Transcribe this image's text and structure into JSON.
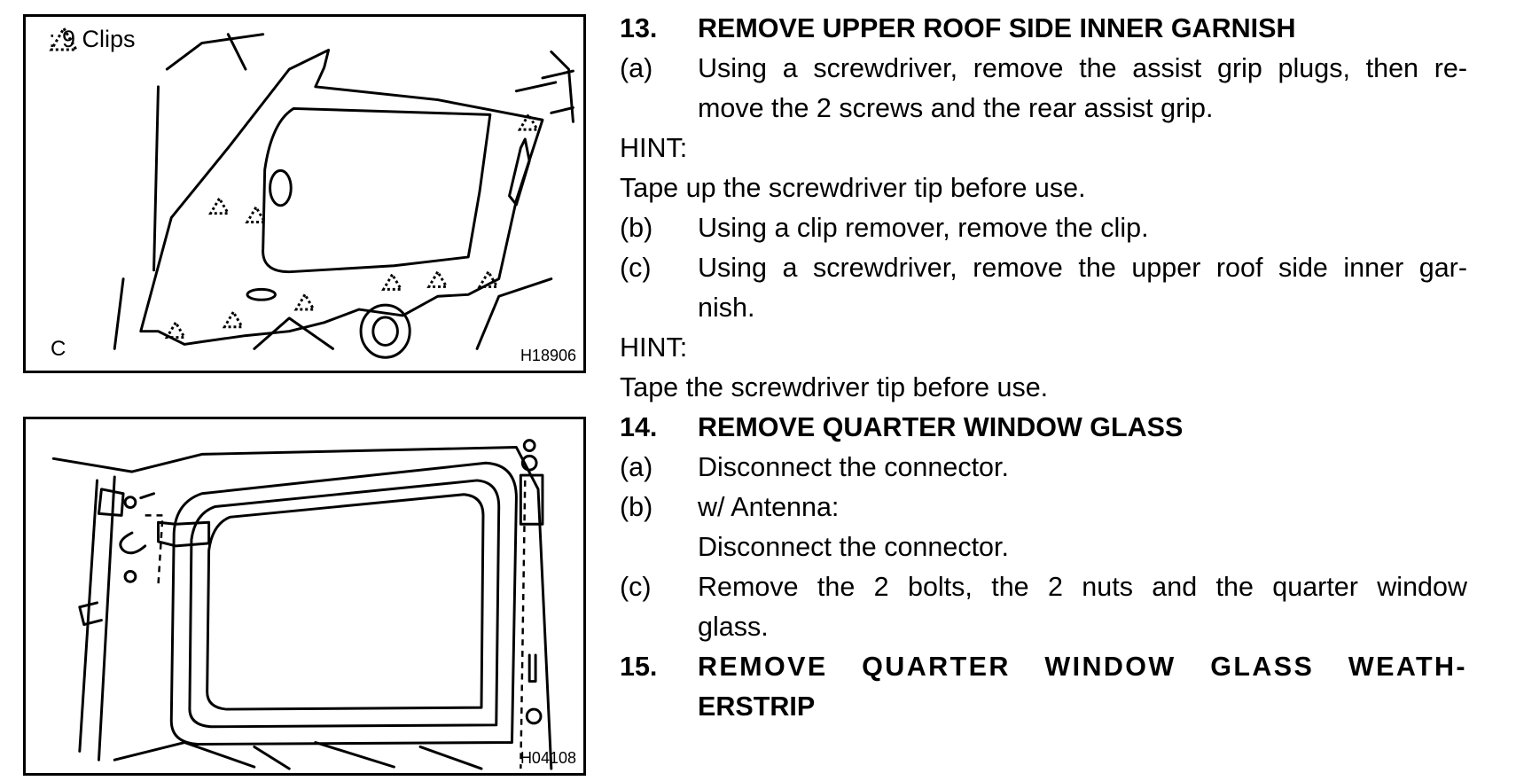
{
  "figures": [
    {
      "id": "H18906",
      "legend": ": 9 Clips",
      "corner_label": "C"
    },
    {
      "id": "H04108"
    }
  ],
  "steps": [
    {
      "number": "13.",
      "title": "REMOVE UPPER ROOF SIDE INNER GARNISH"
    },
    {
      "number": "14.",
      "title": "REMOVE QUARTER WINDOW GLASS"
    },
    {
      "number": "15.",
      "title_line1": "REMOVE QUARTER WINDOW GLASS WEATH-",
      "title_line2": "ERSTRIP"
    }
  ],
  "s13": {
    "a_label": "(a)",
    "a_line1": "Using a screwdriver, remove the assist grip plugs, then re-",
    "a_line2": "move the 2 screws and the rear assist grip.",
    "hint1_label": "HINT:",
    "hint1_text": "Tape up the screwdriver tip before use.",
    "b_label": "(b)",
    "b_text": "Using a clip remover, remove the clip.",
    "c_label": "(c)",
    "c_line1": "Using a screwdriver, remove the upper roof side inner gar-",
    "c_line2": "nish.",
    "hint2_label": "HINT:",
    "hint2_text": "Tape the screwdriver tip before use."
  },
  "s14": {
    "a_label": "(a)",
    "a_text": "Disconnect the connector.",
    "b_label": "(b)",
    "b_line1": "w/ Antenna:",
    "b_line2": "Disconnect the connector.",
    "c_label": "(c)",
    "c_line1": "Remove the 2 bolts, the 2 nuts and the quarter window",
    "c_line2": "glass."
  }
}
